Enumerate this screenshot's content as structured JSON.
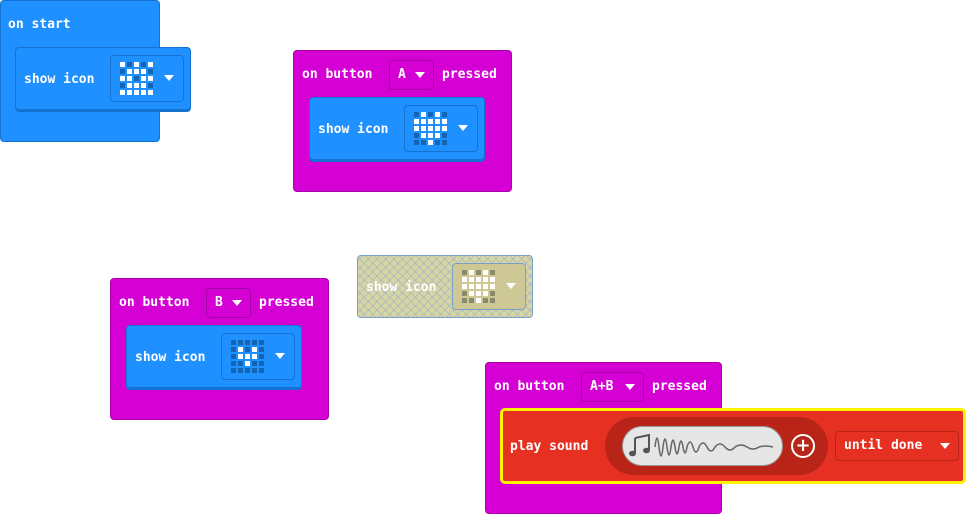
{
  "colors": {
    "basic": "#1e90ff",
    "basic_dark": "#1473d1",
    "input": "#d400d4",
    "input_dark": "#a800a8",
    "music": "#e63022",
    "music_dark": "#b82418",
    "disabled": "#d9d4a3",
    "highlight": "#fff200"
  },
  "blocks": {
    "on_start": {
      "label": "on start",
      "inner_label": "show icon"
    },
    "button_a": {
      "prefix": "on button",
      "button": "A",
      "suffix": "pressed",
      "inner_label": "show icon"
    },
    "button_b": {
      "prefix": "on button",
      "button": "B",
      "suffix": "pressed",
      "inner_label": "show icon"
    },
    "loose_show_icon": {
      "label": "show icon"
    },
    "button_ab": {
      "prefix": "on button",
      "button": "A+B",
      "suffix": "pressed",
      "play_label": "play sound",
      "until_label": "until done"
    }
  },
  "icons": {
    "on_start": [
      [
        1,
        0,
        1,
        0,
        1
      ],
      [
        0,
        1,
        1,
        1,
        0
      ],
      [
        1,
        1,
        0,
        1,
        1
      ],
      [
        0,
        1,
        1,
        1,
        0
      ],
      [
        1,
        1,
        1,
        1,
        1
      ]
    ],
    "button_a": [
      [
        0,
        1,
        0,
        1,
        0
      ],
      [
        1,
        1,
        1,
        1,
        1
      ],
      [
        1,
        1,
        1,
        1,
        1
      ],
      [
        0,
        1,
        1,
        1,
        0
      ],
      [
        0,
        0,
        1,
        0,
        0
      ]
    ],
    "button_b": [
      [
        0,
        0,
        0,
        0,
        0
      ],
      [
        0,
        1,
        0,
        1,
        0
      ],
      [
        0,
        1,
        1,
        1,
        0
      ],
      [
        0,
        0,
        1,
        0,
        0
      ],
      [
        0,
        0,
        0,
        0,
        0
      ]
    ],
    "loose": [
      [
        0,
        1,
        0,
        1,
        0
      ],
      [
        1,
        1,
        1,
        1,
        1
      ],
      [
        1,
        1,
        1,
        1,
        1
      ],
      [
        0,
        1,
        1,
        1,
        0
      ],
      [
        0,
        0,
        1,
        0,
        0
      ]
    ]
  }
}
